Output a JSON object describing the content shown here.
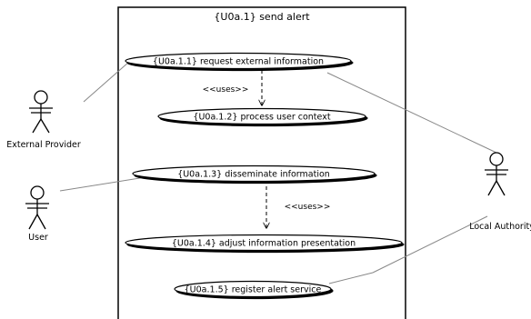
{
  "system": {
    "title": "{U0a.1} send alert"
  },
  "use_cases": {
    "uc1": "{U0a.1.1} request external information",
    "uc2": "{U0a.1.2} process user context",
    "uc3": "{U0a.1.3} disseminate information",
    "uc4": "{U0a.1.4} adjust information presentation",
    "uc5": "{U0a.1.5} register alert service"
  },
  "actors": {
    "external_provider": "External Provider",
    "user": "User",
    "local_authority": "Local Authority"
  },
  "relations": {
    "uses_1": "<<uses>>",
    "uses_2": "<<uses>>"
  }
}
